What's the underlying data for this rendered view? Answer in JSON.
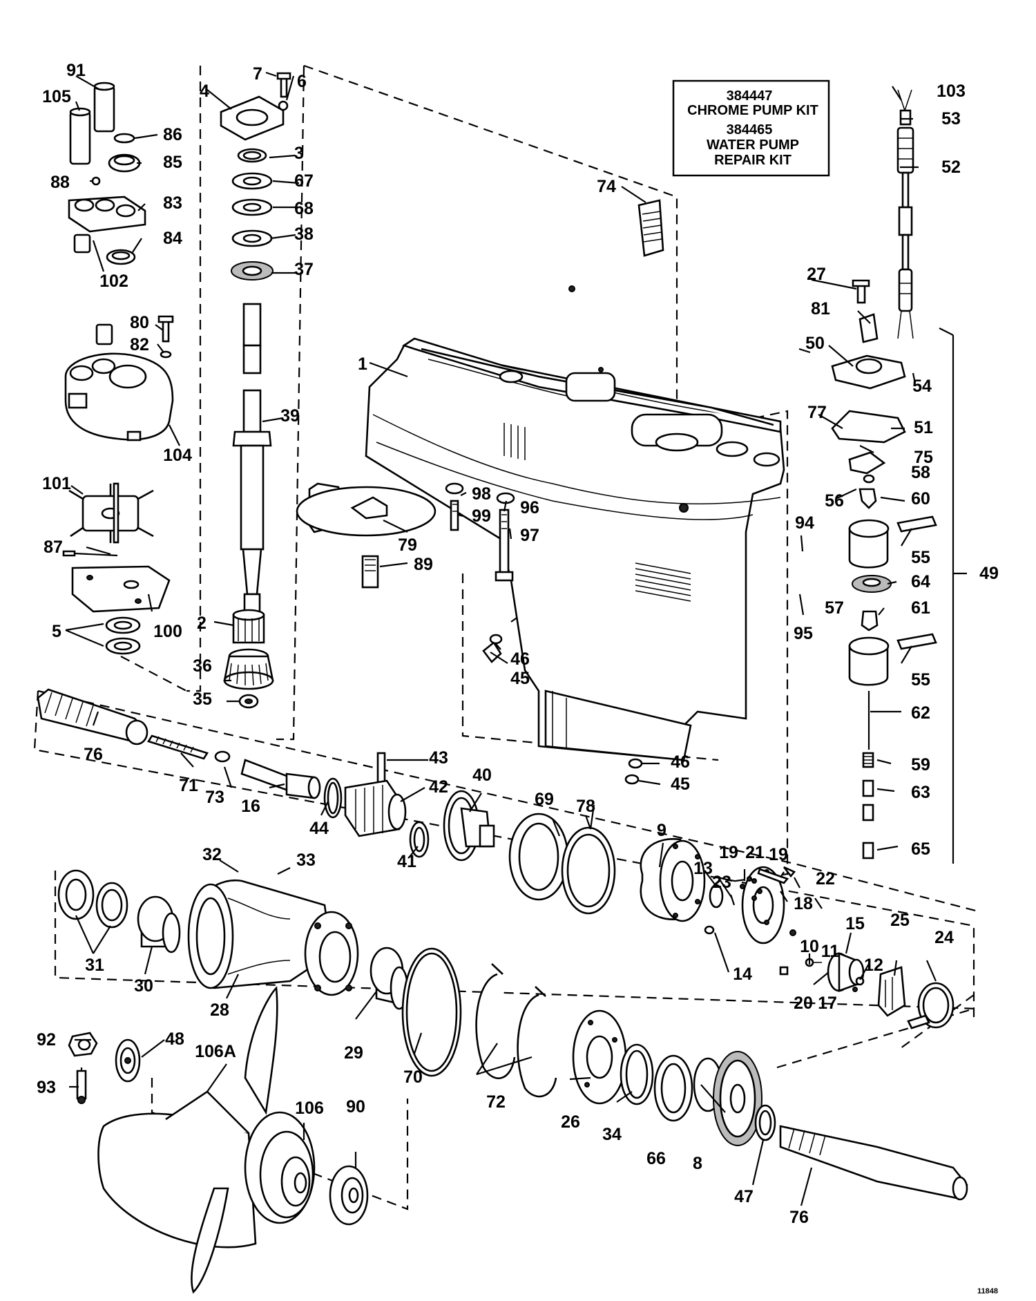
{
  "kit_box": {
    "line1": "384447",
    "line2": "CHROME PUMP KIT",
    "line3": "384465",
    "line4": "WATER PUMP",
    "line5": "REPAIR KIT"
  },
  "figure_id": "11848",
  "callouts": {
    "c1": "1",
    "c2": "2",
    "c3": "3",
    "c4": "4",
    "c5": "5",
    "c6": "6",
    "c7": "7",
    "c8": "8",
    "c9": "9",
    "c10": "10",
    "c11": "11",
    "c12": "12",
    "c13": "13",
    "c14": "14",
    "c15": "15",
    "c16": "16",
    "c17": "17",
    "c18": "18",
    "c19a": "19",
    "c19b": "19",
    "c20": "20",
    "c21": "21",
    "c22": "22",
    "c23": "23",
    "c24": "24",
    "c25": "25",
    "c26": "26",
    "c27": "27",
    "c28": "28",
    "c29": "29",
    "c30": "30",
    "c31": "31",
    "c32": "32",
    "c33": "33",
    "c34": "34",
    "c35": "35",
    "c36": "36",
    "c37": "37",
    "c38": "38",
    "c39": "39",
    "c40": "40",
    "c41": "41",
    "c42": "42",
    "c43": "43",
    "c44": "44",
    "c45a": "45",
    "c45b": "45",
    "c46a": "46",
    "c46b": "46",
    "c47": "47",
    "c48": "48",
    "c49": "49",
    "c50": "50",
    "c51": "51",
    "c52": "52",
    "c53": "53",
    "c54": "54",
    "c55a": "55",
    "c55b": "55",
    "c56": "56",
    "c57": "57",
    "c58": "58",
    "c59": "59",
    "c60": "60",
    "c61": "61",
    "c62": "62",
    "c63": "63",
    "c64": "64",
    "c65": "65",
    "c66": "66",
    "c67": "67",
    "c68": "68",
    "c69": "69",
    "c70": "70",
    "c71": "71",
    "c72": "72",
    "c73": "73",
    "c74": "74",
    "c75": "75",
    "c76a": "76",
    "c76b": "76",
    "c77": "77",
    "c78": "78",
    "c79": "79",
    "c80": "80",
    "c81": "81",
    "c82": "82",
    "c83": "83",
    "c84": "84",
    "c85": "85",
    "c86": "86",
    "c87": "87",
    "c88": "88",
    "c89": "89",
    "c90": "90",
    "c91": "91",
    "c92": "92",
    "c93": "93",
    "c94": "94",
    "c95": "95",
    "c96": "96",
    "c97": "97",
    "c98": "98",
    "c99": "99",
    "c100": "100",
    "c101": "101",
    "c102": "102",
    "c103": "103",
    "c104": "104",
    "c105": "105",
    "c106": "106",
    "c106a": "106A"
  }
}
